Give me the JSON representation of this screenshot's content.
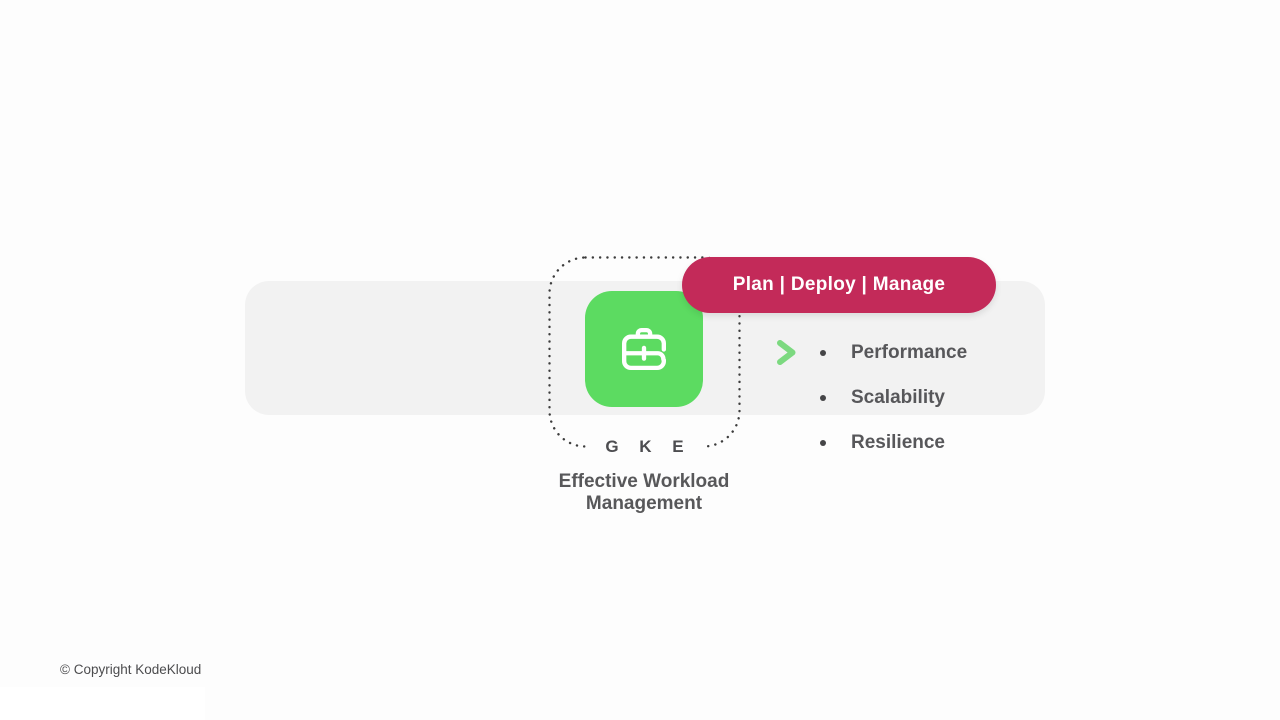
{
  "slide": {
    "background_color": "#fdfdfd",
    "band_color": "#f2f2f2",
    "copyright": "© Copyright KodeKloud"
  },
  "pill": {
    "label": "Plan | Deploy | Manage",
    "color": "#c32a59",
    "text_color": "#ffffff"
  },
  "tile": {
    "title": "G K E",
    "caption_line1": "Effective Workload",
    "caption_line2": "Management",
    "color": "#5cdb61",
    "icon": "briefcase-icon",
    "icon_color": "#ffffff",
    "frame_style": "dotted",
    "frame_dot_color": "#3d3d3d"
  },
  "list": {
    "marker_icon": "chevron-right-icon",
    "chevron_color": "#7cd980",
    "items": [
      "Performance",
      "Scalability",
      "Resilience"
    ]
  }
}
